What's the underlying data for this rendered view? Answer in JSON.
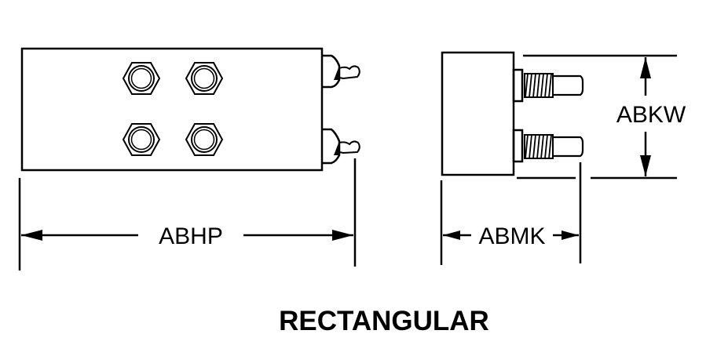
{
  "diagram": {
    "title": "RECTANGULAR",
    "front_view": {
      "dimension_label": "ABHP",
      "nut_count": 4,
      "terminal_count": 2
    },
    "side_view": {
      "length_dimension_label": "ABMK",
      "height_dimension_label": "ABKW",
      "stud_count": 2
    },
    "colors": {
      "line": "#000000",
      "background": "#ffffff"
    }
  }
}
